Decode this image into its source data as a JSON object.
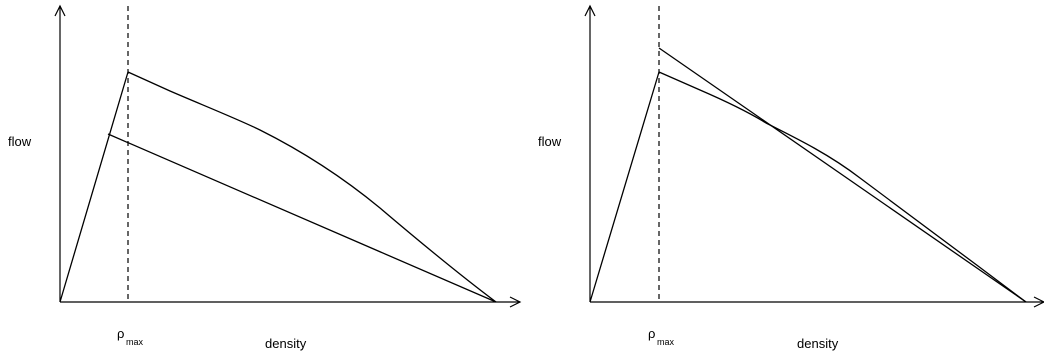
{
  "panels": [
    {
      "ylabel": "flow",
      "xlabel": "density",
      "marker_symbol": "ρ",
      "marker_subscript": "max"
    },
    {
      "ylabel": "flow",
      "xlabel": "density",
      "marker_symbol": "ρ",
      "marker_subscript": "max"
    }
  ]
}
